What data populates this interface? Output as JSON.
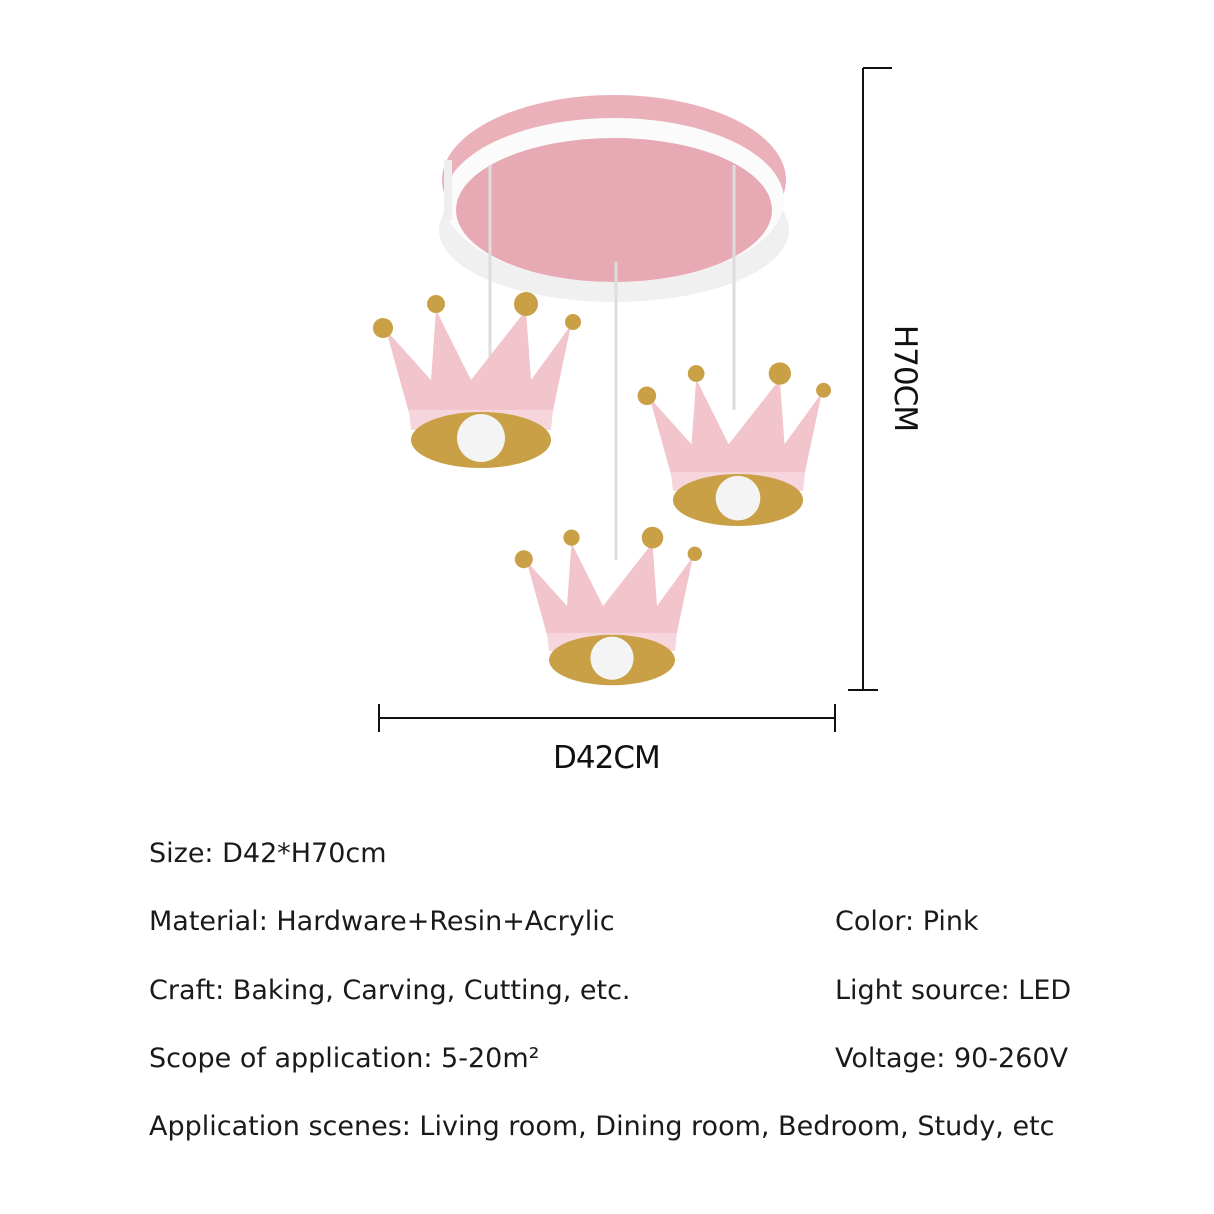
{
  "dimensions": {
    "diameter": "D42CM",
    "height": "H70CM"
  },
  "colors": {
    "shade_pink": "#f2c4cc",
    "canopy_pink": "#eab1ba",
    "gold": "#c9a045",
    "line": "#111111"
  },
  "specs": {
    "size": "Size: D42*H70cm",
    "material": "Material: Hardware+Resin+Acrylic",
    "color": "Color: Pink",
    "craft": "Craft: Baking, Carving, Cutting, etc.",
    "light_source": "Light source: LED",
    "scope": "Scope of application: 5-20m²",
    "voltage": "Voltage: 90-260V",
    "scenes": "Application scenes: Living room, Dining room, Bedroom, Study, etc"
  }
}
